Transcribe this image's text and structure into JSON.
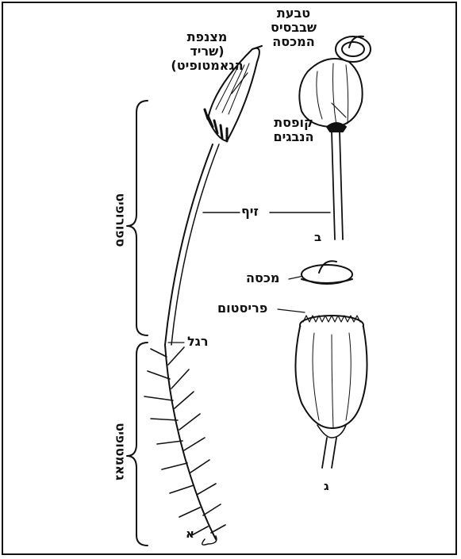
{
  "labels": {
    "calyptra": [
      "מצנפת",
      "(שריד",
      "הגאמטופיט)"
    ],
    "operculum_ring": [
      "טבעת",
      "שבבסיס",
      "המכסה"
    ],
    "capsule": [
      "קופסת",
      "הנבגים"
    ],
    "seta": "זיף",
    "foot": "רגל",
    "operculum": "מכסה",
    "peristome": "פריסטום"
  },
  "brackets": {
    "sporophyte": "ספורופיט",
    "gametophyte": "גאמטופיט"
  },
  "panels": {
    "a": "א",
    "b": "ב",
    "c": "ג"
  }
}
